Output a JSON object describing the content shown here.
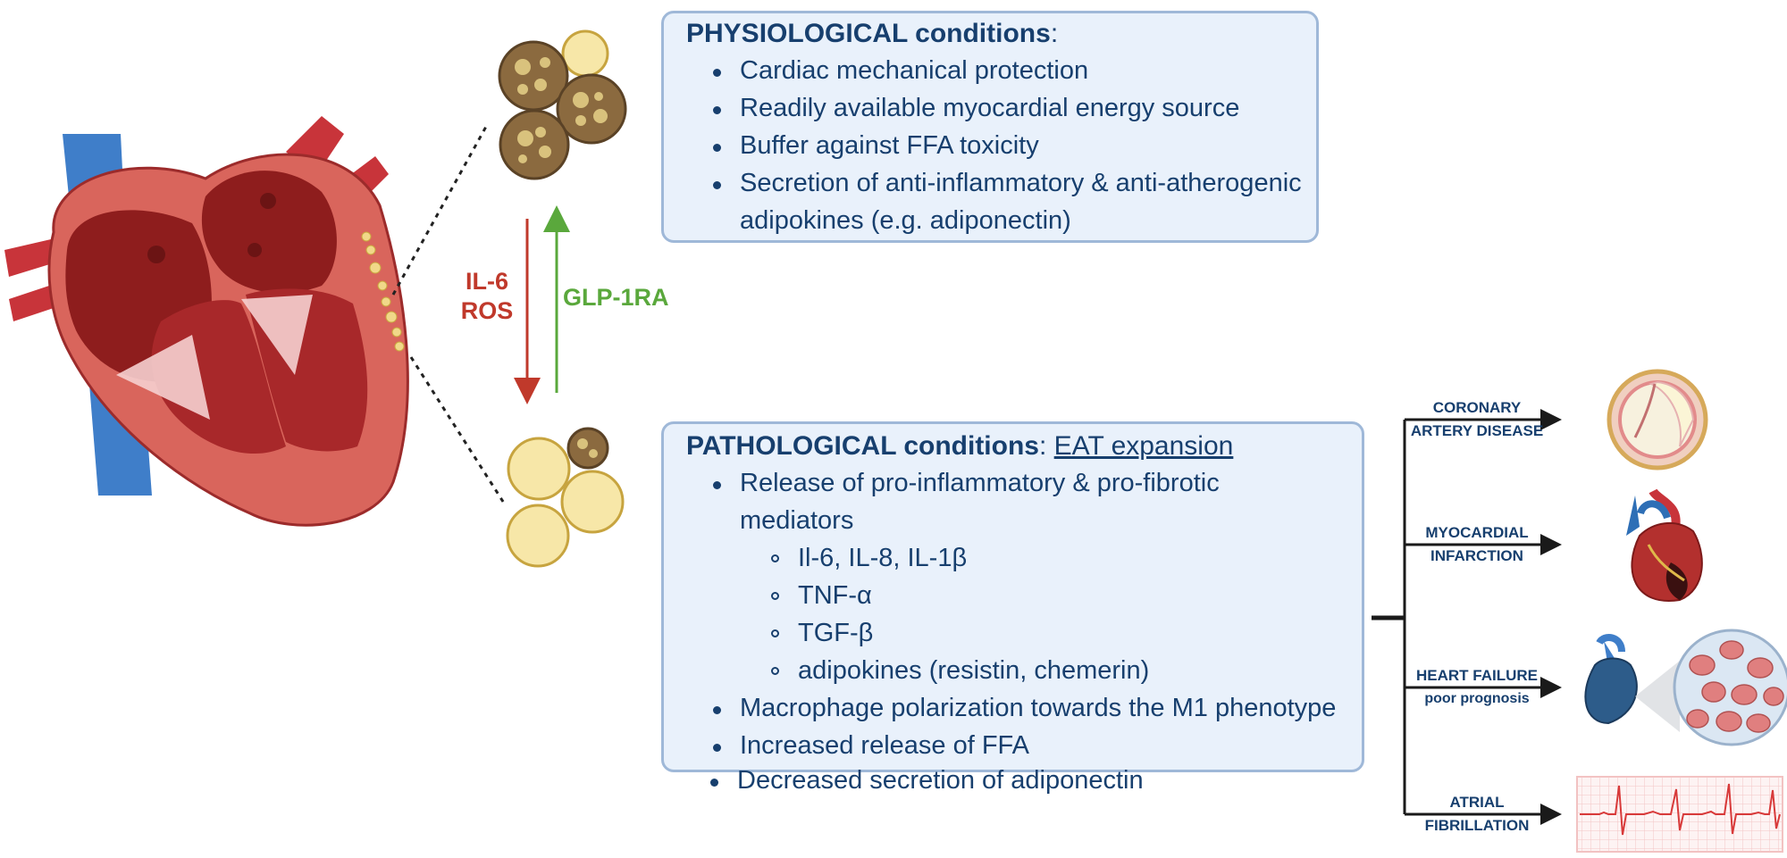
{
  "arrows": {
    "down_labels": [
      "IL-6",
      "ROS"
    ],
    "up_label": "GLP-1RA"
  },
  "physiological": {
    "title_bold": "PHYSIOLOGICAL conditions",
    "title_suffix": ":",
    "bullets": [
      "Cardiac mechanical protection",
      "Readily available myocardial energy source",
      "Buffer against FFA toxicity",
      "Secretion of anti-inflammatory & anti-atherogenic",
      "adipokines (e.g. adiponectin)"
    ]
  },
  "pathological": {
    "title_bold": "PATHOLOGICAL conditions",
    "title_colon": ": ",
    "title_underlined": "EAT expansion",
    "bullet1_line1": "Release of pro-inflammatory & pro-fibrotic",
    "bullet1_line2": "mediators",
    "sub_bullets": [
      "Il-6, IL-8, IL-1β",
      "TNF-α",
      "TGF-β",
      "adipokines (resistin, chemerin)"
    ],
    "bullets_after": [
      "Macrophage polarization towards the M1 phenotype",
      "Increased release of FFA",
      "Decreased secretion of adiponectin"
    ]
  },
  "outcomes": [
    {
      "line1": "CORONARY",
      "line2": "ARTERY DISEASE"
    },
    {
      "line1": "MYOCARDIAL",
      "line2": "INFARCTION"
    },
    {
      "line1": "HEART FAILURE",
      "line2": "poor prognosis"
    },
    {
      "line1": "ATRIAL",
      "line2": "FIBRILLATION"
    }
  ],
  "colors": {
    "text_navy": "#173f6e",
    "down_arrow": "#c0392b",
    "up_arrow": "#5aa83c",
    "box_fill": "#e9f1fb",
    "box_border": "#9fb8d8",
    "heart_muscle": "#d9655c",
    "adipocyte_yellow": "#f5e3a3",
    "adipocyte_brown": "#8b6a3f"
  }
}
